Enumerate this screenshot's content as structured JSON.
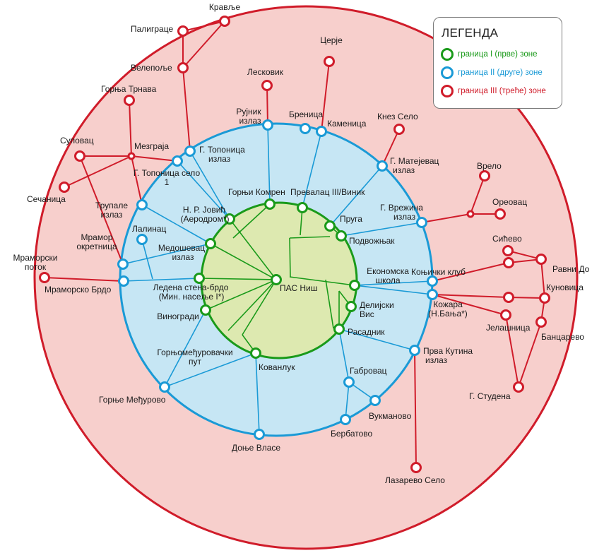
{
  "legend": {
    "title": "ЛЕГЕНДА",
    "items": [
      {
        "label": "граница I (прве) зоне",
        "color": "#1a9a1a"
      },
      {
        "label": "граница II (друге) зоне",
        "color": "#1a9ad6"
      },
      {
        "label": "граница III (треће) зоне",
        "color": "#d01c2a"
      }
    ]
  },
  "colors": {
    "zone1_fill": "#dde9b0",
    "zone1_line": "#1a9a1a",
    "zone2_fill": "#c6e6f4",
    "zone2_line": "#1a9ad6",
    "zone3_fill": "#f7cfcc",
    "zone3_line": "#d01c2a"
  },
  "center_stop": "ПАС Ниш",
  "stops": {
    "zone1": [
      "Горњи Комрен",
      "Превалац III/Виник",
      "Пруга",
      "Подвожњак",
      "Економска школа",
      "Делијски Вис",
      "Расадник",
      "Кованлук",
      "Горњомеђуровачки пут",
      "Виногради",
      "Ледена стена-брдо (Мин. насеље I*)",
      "Медошевац излаз",
      "Н. Р. Јовић (Аеродром*)"
    ],
    "zone2": [
      "Рујник излаз",
      "Бреница",
      "Каменица",
      "Г. Матејевац излаз",
      "Г. Врежина излаз",
      "Коњички клуб",
      "Кожара (Н.Бања*)",
      "Прва Кутина излаз",
      "Вукманово",
      "Габровац",
      "Бербатово",
      "Доње Власе",
      "Горње Међурово",
      "Мраморско Брдо",
      "Мрамор окретница",
      "Лалинац",
      "Трупале излаз",
      "Г. Топоница село 1",
      "Г. Топоница излаз"
    ],
    "zone3": [
      "Кравље",
      "Палиграце",
      "Велепоље",
      "Церје",
      "Лесковик",
      "Горња Трнава",
      "Мезграја",
      "Суповац",
      "Сечаница",
      "Мраморски поток",
      "Кнез Село",
      "Врело",
      "Ореовац",
      "Сићево",
      "Равни До",
      "Куновица",
      "Јелашница",
      "Банцарево",
      "Г. Студена",
      "Лазарево Село"
    ]
  }
}
